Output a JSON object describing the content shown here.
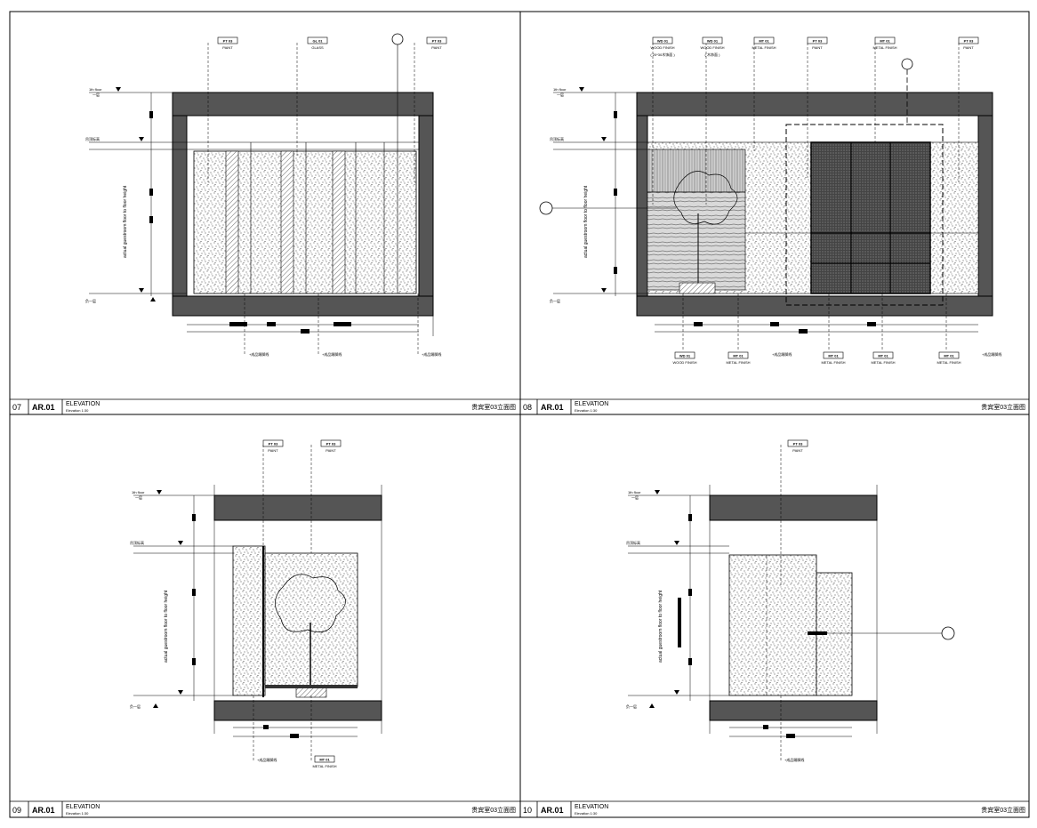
{
  "panels": [
    {
      "id": "07",
      "code": "AR.01",
      "title": "ELEVATION",
      "scale": "Elevation 1:30",
      "name": "贵宾室03立面图",
      "top_tags": [
        {
          "code": "PT 03",
          "label": "PAINT"
        },
        {
          "code": "GL 01",
          "label": "GLASS"
        },
        {
          "code": "PT 03",
          "label": "PAINT"
        }
      ],
      "bottom_notes": [
        "+成品踢脚线",
        "+成品踢脚线",
        "+成品踢脚线"
      ]
    },
    {
      "id": "08",
      "code": "AR.01",
      "title": "ELEVATION",
      "scale": "Elevation 1:30",
      "name": "贵宾室03立面图",
      "top_tags": [
        {
          "code": "WD 01",
          "label": "WOOD FINISH",
          "note": "( 20*30木饰面 )"
        },
        {
          "code": "WD 01",
          "label": "WOOD FINISH",
          "note": "( 木饰面 )"
        },
        {
          "code": "MT 01",
          "label": "METAL FINISH"
        },
        {
          "code": "PT 03",
          "label": "PAINT"
        },
        {
          "code": "MT 01",
          "label": "METAL FINISH"
        },
        {
          "code": "PT 03",
          "label": "PAINT"
        }
      ],
      "bottom_tags": [
        {
          "code": "WD 01",
          "label": "WOOD FINISH"
        },
        {
          "code": "MT 01",
          "label": "METAL FINISH"
        },
        {
          "code": "MT 01",
          "label": "METAL FINISH"
        },
        {
          "code": "MT 01",
          "label": "METAL FINISH"
        },
        {
          "code": "MT 01",
          "label": "METAL FINISH"
        }
      ],
      "bottom_notes": [
        "+成品踢脚线",
        "+成品踢脚线"
      ]
    },
    {
      "id": "09",
      "code": "AR.01",
      "title": "ELEVATION",
      "scale": "Elevation 1:30",
      "name": "贵宾室03立面图",
      "top_tags": [
        {
          "code": "PT 03",
          "label": "PAINT"
        },
        {
          "code": "PT 03",
          "label": "PAINT"
        }
      ],
      "bottom_tags": [
        {
          "code": "MT 01",
          "label": "METAL FINISH"
        }
      ],
      "bottom_notes": [
        "+成品踢脚线"
      ]
    },
    {
      "id": "10",
      "code": "AR.01",
      "title": "ELEVATION",
      "scale": "Elevation 1:30",
      "name": "贵宾室03立面图",
      "top_tags": [
        {
          "code": "PT 03",
          "label": "PAINT"
        }
      ],
      "bottom_notes": [
        "+成品踢脚线"
      ]
    }
  ],
  "levels": {
    "floor_above": "1th floor",
    "floor_above_cn": "一层",
    "ceiling": "吊顶标高",
    "floor_below_cn": "负一层"
  },
  "vertical_label": "actual guestroom floor to floor height",
  "colors": {
    "ink": "#000000",
    "slab": "#555555",
    "paper": "#ffffff",
    "screen": "#333333"
  }
}
